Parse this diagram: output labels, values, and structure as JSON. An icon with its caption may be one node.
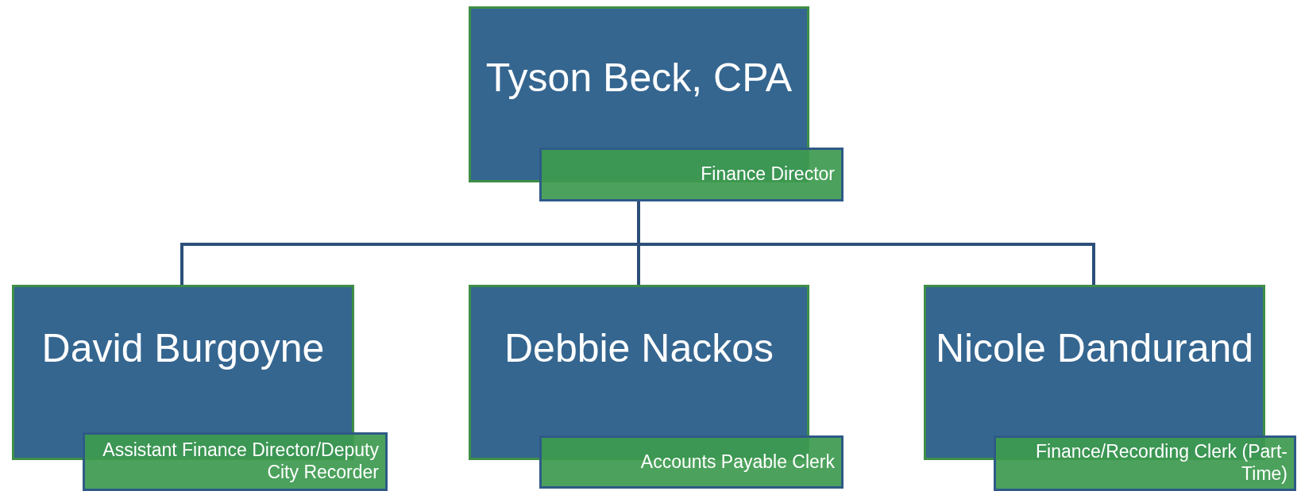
{
  "diagram": {
    "nodes": [
      {
        "text": [
          "Tyson Beck, CPA",
          "Finance Director"
        ]
      },
      {
        "text": [
          "David Burgoyne",
          "Assistant Finance Director/Deputy City Recorder"
        ]
      },
      {
        "text": [
          "Debbie Nackos",
          "Accounts Payable Clerk"
        ]
      },
      {
        "text": [
          "Nicole Dandurand",
          "Finance/Recording Clerk (Part-Time)"
        ]
      }
    ],
    "edges": [
      {
        "from": 0,
        "to": 1,
        "arrow": "none"
      },
      {
        "from": 0,
        "to": 2,
        "arrow": "none"
      },
      {
        "from": 0,
        "to": 3,
        "arrow": "none"
      }
    ]
  }
}
